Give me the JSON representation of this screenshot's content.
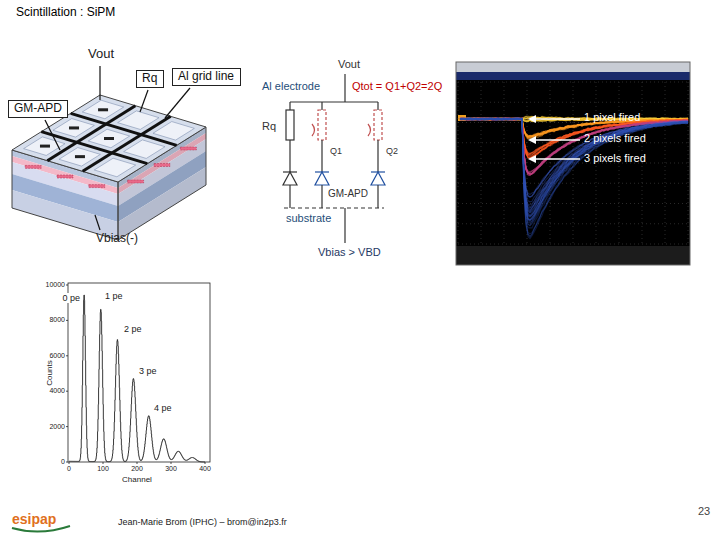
{
  "diagram": {
    "title": "Scintillation : SiPM",
    "nodes": [
      {
        "text": [
          "GM-APD"
        ]
      },
      {
        "text": [
          "Rq"
        ]
      },
      {
        "text": [
          "Al grid line"
        ]
      }
    ],
    "labels": [
      "Vout",
      "Vbias(-)",
      "Vout",
      "Al electrode",
      "Qtot = Q1+Q2=2Q",
      "Rq",
      "Q1",
      "Q2",
      "GM-APD",
      "substrate",
      "Vbias > VBD",
      "1 pixel fired",
      "2 pixels fired",
      "3 pixels fired",
      "0 pe",
      "1 pe",
      "2 pe",
      "3 pe",
      "4 pe",
      "10000",
      "8000",
      "6000",
      "4000",
      "2000",
      "0",
      "0",
      "100",
      "200",
      "300",
      "400",
      "Counts",
      "Channel",
      "esipap",
      "Jean-Marie Brom (IPHC) – brom@in2p3.fr",
      "23"
    ]
  }
}
